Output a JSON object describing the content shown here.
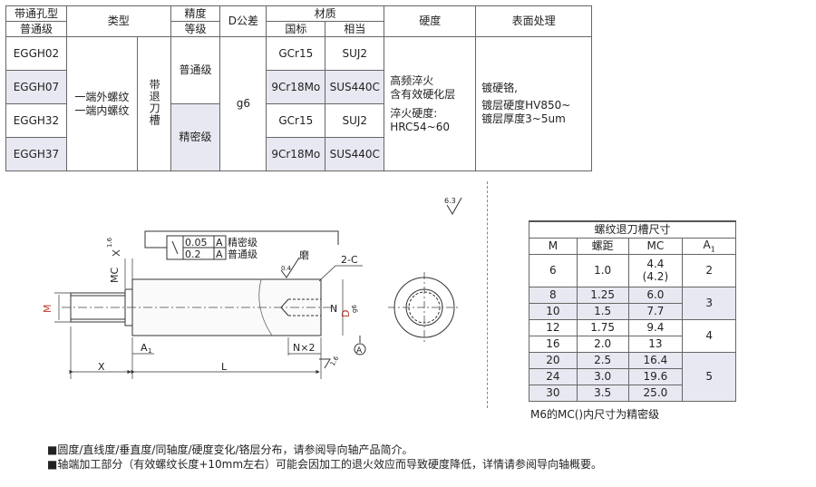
{
  "spec_table": {
    "headers": {
      "hole_type": "带通孔型",
      "grade_sub": "普通级",
      "type": "类型",
      "precision": "精度",
      "grade": "等级",
      "d_tol": "D公差",
      "material": "材质",
      "material_std": "国标",
      "material_eq": "相当",
      "hardness": "硬度",
      "surface": "表面处理"
    },
    "rows": [
      {
        "code": "EGGH02",
        "std": "GCr15",
        "eq": "SUJ2"
      },
      {
        "code": "EGGH07",
        "std": "9Cr18Mo",
        "eq": "SUS440C"
      },
      {
        "code": "EGGH32",
        "std": "GCr15",
        "eq": "SUJ2"
      },
      {
        "code": "EGGH37",
        "std": "9Cr18Mo",
        "eq": "SUS440C"
      }
    ],
    "type_text_1": "一端外螺纹",
    "type_text_2": "一端内螺纹",
    "groove_text": "带退刀槽",
    "grade_normal": "普通级",
    "grade_precision": "精密级",
    "d_tol_value": "g6",
    "hardness_1": "高频淬火",
    "hardness_2": "含有效硬化层",
    "hardness_3": "淬火硬度:",
    "hardness_4": "HRC54~60",
    "surface_1": "镀硬铬,",
    "surface_2": "镀层硬度HV850~",
    "surface_3": "镀层厚度3~5um"
  },
  "drawing": {
    "roughness_top": "6.3",
    "roughness_mc": "1.6",
    "roughness_grind": "0.4",
    "roughness_d": "1.6",
    "tol_1_value": "0.05",
    "tol_1_ref": "A",
    "tol_1_grade": "精密级",
    "tol_2_value": "0.2",
    "tol_2_ref": "A",
    "tol_2_grade": "普通级",
    "grind_label": "磨",
    "chamfer_label": "2-C",
    "label_mc": "MC",
    "label_m": "M",
    "label_n": "N",
    "label_d": "D",
    "label_d_sub": "g6",
    "label_a1": "A",
    "label_a1_sub": "1",
    "label_nx2": "N×2",
    "label_x": "X",
    "label_l": "L",
    "datum": "A"
  },
  "dim_table": {
    "title": "螺纹退刀槽尺寸",
    "headers": [
      "M",
      "螺距",
      "MC",
      "A"
    ],
    "a_sub": "1",
    "rows": [
      {
        "m": "6",
        "pitch": "1.0",
        "mc": "4.4",
        "mc2": "(4.2)"
      },
      {
        "m": "8",
        "pitch": "1.25",
        "mc": "6.0"
      },
      {
        "m": "10",
        "pitch": "1.5",
        "mc": "7.7"
      },
      {
        "m": "12",
        "pitch": "1.75",
        "mc": "9.4"
      },
      {
        "m": "16",
        "pitch": "2.0",
        "mc": "13"
      },
      {
        "m": "20",
        "pitch": "2.5",
        "mc": "16.4"
      },
      {
        "m": "24",
        "pitch": "3.0",
        "mc": "19.6"
      },
      {
        "m": "30",
        "pitch": "3.5",
        "mc": "25.0"
      }
    ],
    "a_values": [
      "2",
      "3",
      "4",
      "5"
    ],
    "note": "M6的MC()内尺寸为精密级"
  },
  "notes": [
    "■圆度/直线度/垂直度/同轴度/硬度变化/铬层分布，请参阅导向轴产品简介。",
    "■轴端加工部分（有效螺纹长度+10mm左右）可能会因加工的退火效应而导致硬度降低，详情请参阅导向轴概要。"
  ]
}
